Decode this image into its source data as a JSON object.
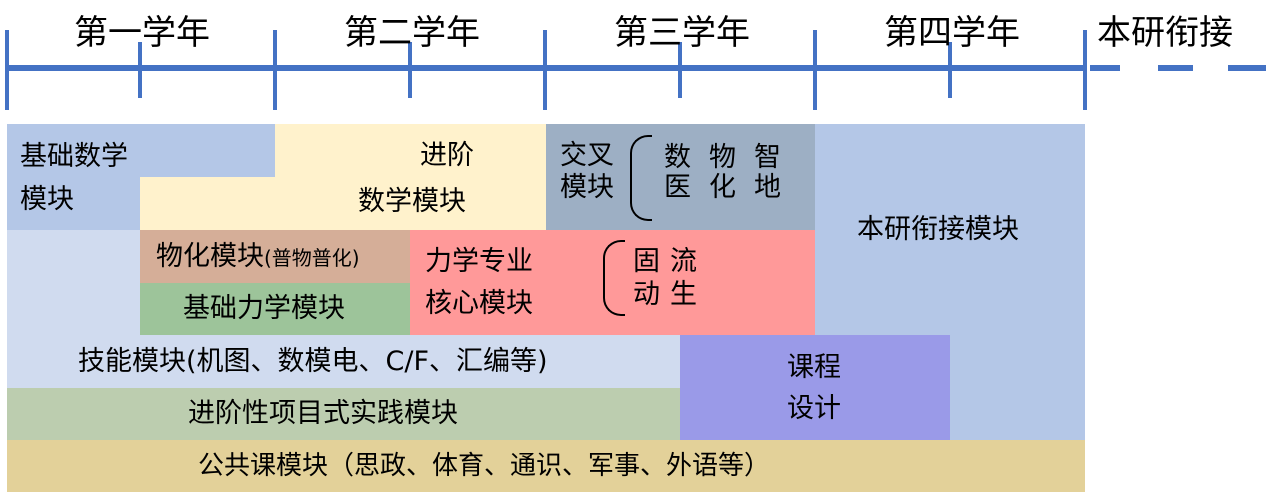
{
  "timeline": {
    "years": [
      "第一学年",
      "第二学年",
      "第三学年",
      "第四学年",
      "本研衔接"
    ],
    "line_color": "#4472c4"
  },
  "modules": {
    "basic_math": {
      "line1": "基础数学",
      "line2": "模块",
      "color": "#b4c7e7"
    },
    "advanced_math": {
      "line1": "进阶",
      "line2": "数学模块",
      "color": "#fff2cc"
    },
    "cross": {
      "line1": "交叉",
      "line2": "模块",
      "subjects_row1": [
        "数",
        "物",
        "智"
      ],
      "subjects_row2": [
        "医",
        "化",
        "地"
      ],
      "color": "#9dafc4"
    },
    "grad_link": {
      "label": "本研衔接模块",
      "color": "#b4c7e7"
    },
    "phys_chem": {
      "label": "物化模块",
      "note": "(普物普化)",
      "color": "#d5ae98"
    },
    "basic_mech": {
      "label": "基础力学模块",
      "color": "#9dc49a"
    },
    "mech_core": {
      "line1": "力学专业",
      "line2": "核心模块",
      "subjects_row1": [
        "固",
        "流"
      ],
      "subjects_row2": [
        "动",
        "生"
      ],
      "color": "#ff9999"
    },
    "skills": {
      "label": "技能模块(机图、数模电、C/F、汇编等)",
      "color": "#d0dbef"
    },
    "project": {
      "label": "进阶性项目式实践模块",
      "color": "#bccdaf"
    },
    "course_design": {
      "line1": "课程",
      "line2": "设计",
      "color": "#9a9ae8"
    },
    "public": {
      "label": "公共课模块（思政、体育、通识、军事、外语等）",
      "color": "#e3d199"
    }
  }
}
